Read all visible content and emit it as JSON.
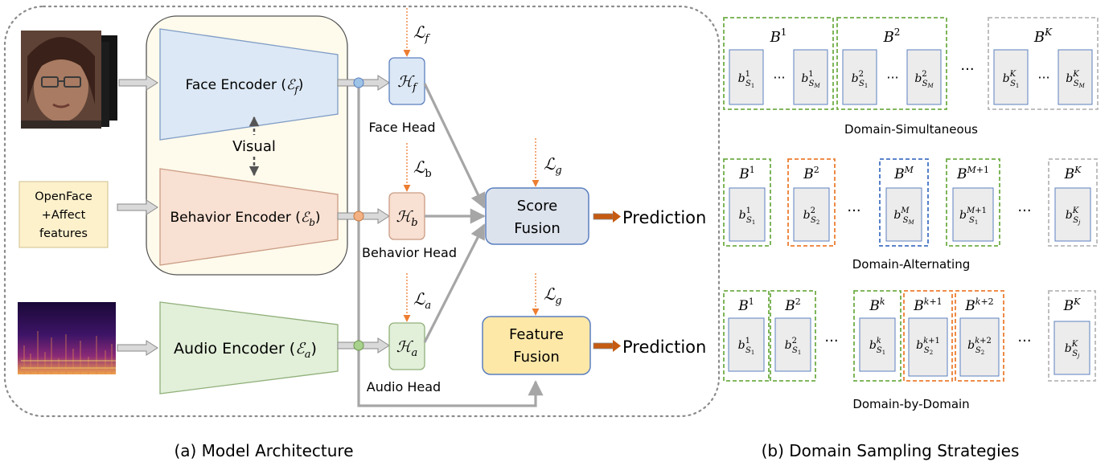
{
  "encoders": {
    "face": "Face Encoder (ℰ_f)",
    "behavior": "Behavior Encoder (ℰ_b)",
    "audio": "Audio Encoder (ℰ_a)",
    "visual_label": "Visual"
  },
  "openface_input": {
    "line1": "OpenFace",
    "line2": "+Affect",
    "line3": "features"
  },
  "heads": {
    "face_symbol": "ℋ_f",
    "behavior_symbol": "ℋ_b",
    "audio_symbol": "ℋ_a",
    "face_label": "Face Head",
    "behavior_label": "Behavior Head",
    "audio_label": "Audio Head"
  },
  "losses": {
    "face": "ℒ_f",
    "behavior": "ℒ_b",
    "audio": "ℒ_a",
    "score_fusion": "ℒ_g",
    "feature_fusion": "ℒ_g"
  },
  "fusion": {
    "score_line1": "Score",
    "score_line2": "Fusion",
    "feature_line1": "Feature",
    "feature_line2": "Fusion"
  },
  "outputs": {
    "top": "Prediction",
    "bottom": "Prediction"
  },
  "captions": {
    "left": "(a) Model Architecture",
    "right": "(b) Domain Sampling Strategies"
  },
  "strategies": {
    "simultaneous": {
      "title": "Domain-Simultaneous",
      "batches": [
        {
          "label": "B^1",
          "items": [
            "b_{S_1}^1",
            "b_{S_M}^1"
          ]
        },
        {
          "label": "B^2",
          "items": [
            "b_{S_1}^2",
            "b_{S_M}^2"
          ]
        },
        {
          "label": "B^K",
          "items": [
            "b_{S_1}^K",
            "b_{S_M}^K"
          ]
        }
      ],
      "ellipsis": "···"
    },
    "alternating": {
      "title": "Domain-Alternating",
      "batches": [
        {
          "label": "B^1",
          "item": "b_{S_1}^1"
        },
        {
          "label": "B^2",
          "item": "b_{S_2}^2"
        },
        {
          "label": "B^M",
          "item": "b_{S_M}^M"
        },
        {
          "label": "B^{M+1}",
          "item": "b_{S_1}^{M+1}"
        },
        {
          "label": "B^K",
          "item": "b_{S_j}^K"
        }
      ],
      "ellipsis": "···"
    },
    "by_domain": {
      "title": "Domain-by-Domain",
      "batches": [
        {
          "label": "B^1",
          "item": "b_{S_1}^1"
        },
        {
          "label": "B^2",
          "item": "b_{S_1}^2"
        },
        {
          "label": "B^k",
          "item": "b_{S_1}^k"
        },
        {
          "label": "B^{k+1}",
          "item": "b_{S_2}^{k+1}"
        },
        {
          "label": "B^{k+2}",
          "item": "b_{S_2}^{k+2}"
        },
        {
          "label": "B^K",
          "item": "b_{S_j}^K"
        }
      ],
      "ellipsis": "···"
    }
  },
  "colors": {
    "face": "#dce8f5",
    "behavior": "#f8e0d2",
    "audio": "#e2efd9",
    "openface": "#fdf1cc",
    "score_fusion": "#dde3ed",
    "feature_fusion": "#fde8a8",
    "green_border": "#70ad47",
    "orange_border": "#ed7d31",
    "blue_border": "#4472c4",
    "gray_border": "#b8b8b8",
    "item_fill": "#ececec",
    "item_border": "#5b7fbf"
  }
}
